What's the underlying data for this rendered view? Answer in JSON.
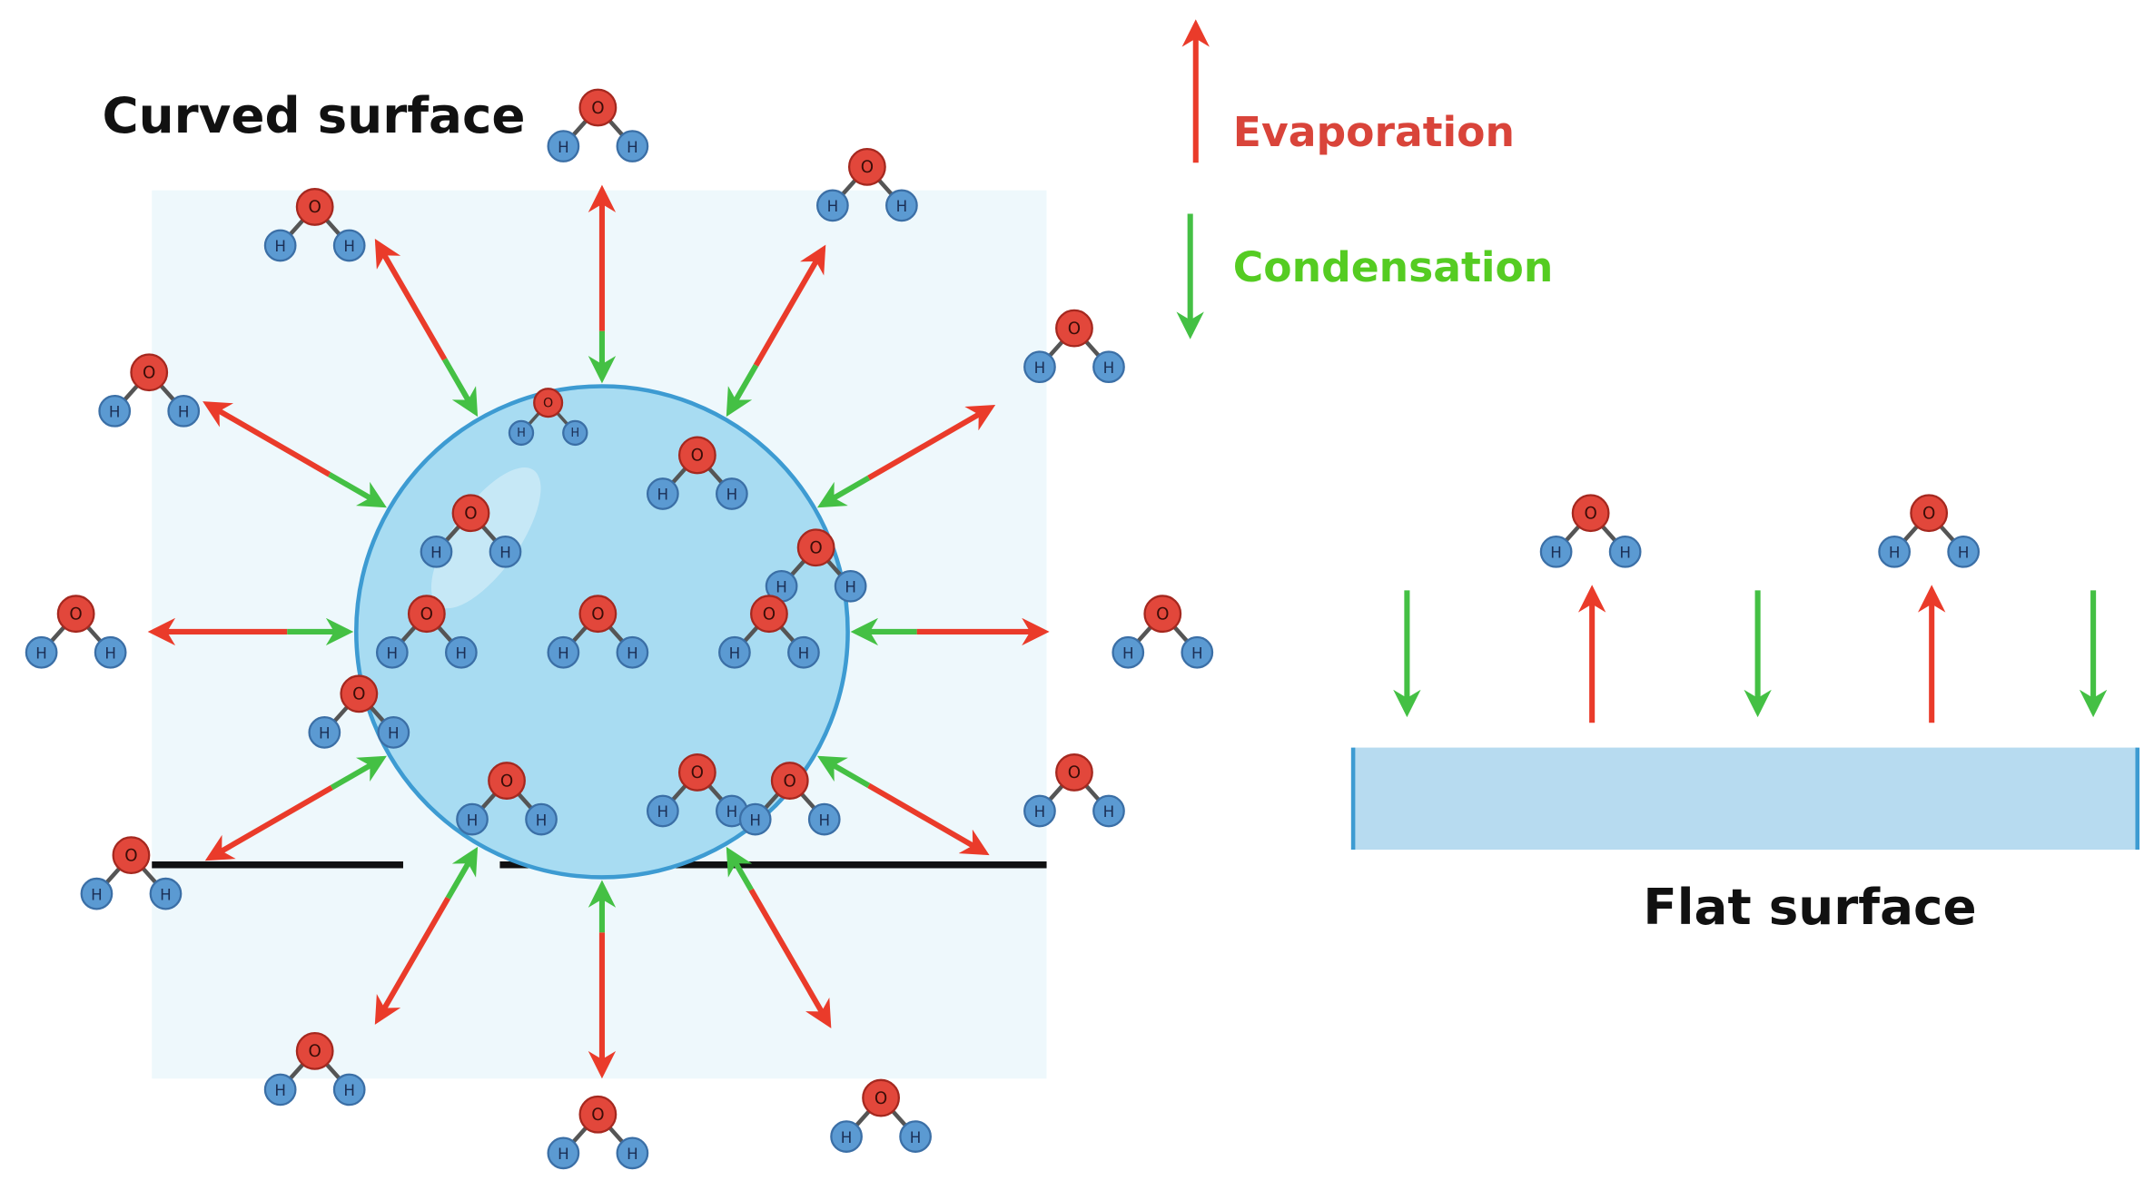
{
  "labels": {
    "curved_title": "Curved surface",
    "flat_title": "Flat surface",
    "legend_evaporation": "Evaporation",
    "legend_condensation": "Condensation"
  },
  "atoms": {
    "oxygen": "O",
    "hydrogen": "H"
  },
  "colors": {
    "evaporation": "#ea3b2a",
    "condensation": "#44c044",
    "legend_evaporation_text": "#d9443a",
    "legend_condensation_text": "#55cc22",
    "background_panel": "#eef8fc",
    "droplet_fill": "#a8dcf2",
    "droplet_stroke": "#3d9bd2",
    "flat_surface_fill": "#b7dbf0",
    "oxygen_atom": "#e2473b",
    "hydrogen_atom": "#5b9ad2",
    "surface_line": "#111111"
  }
}
